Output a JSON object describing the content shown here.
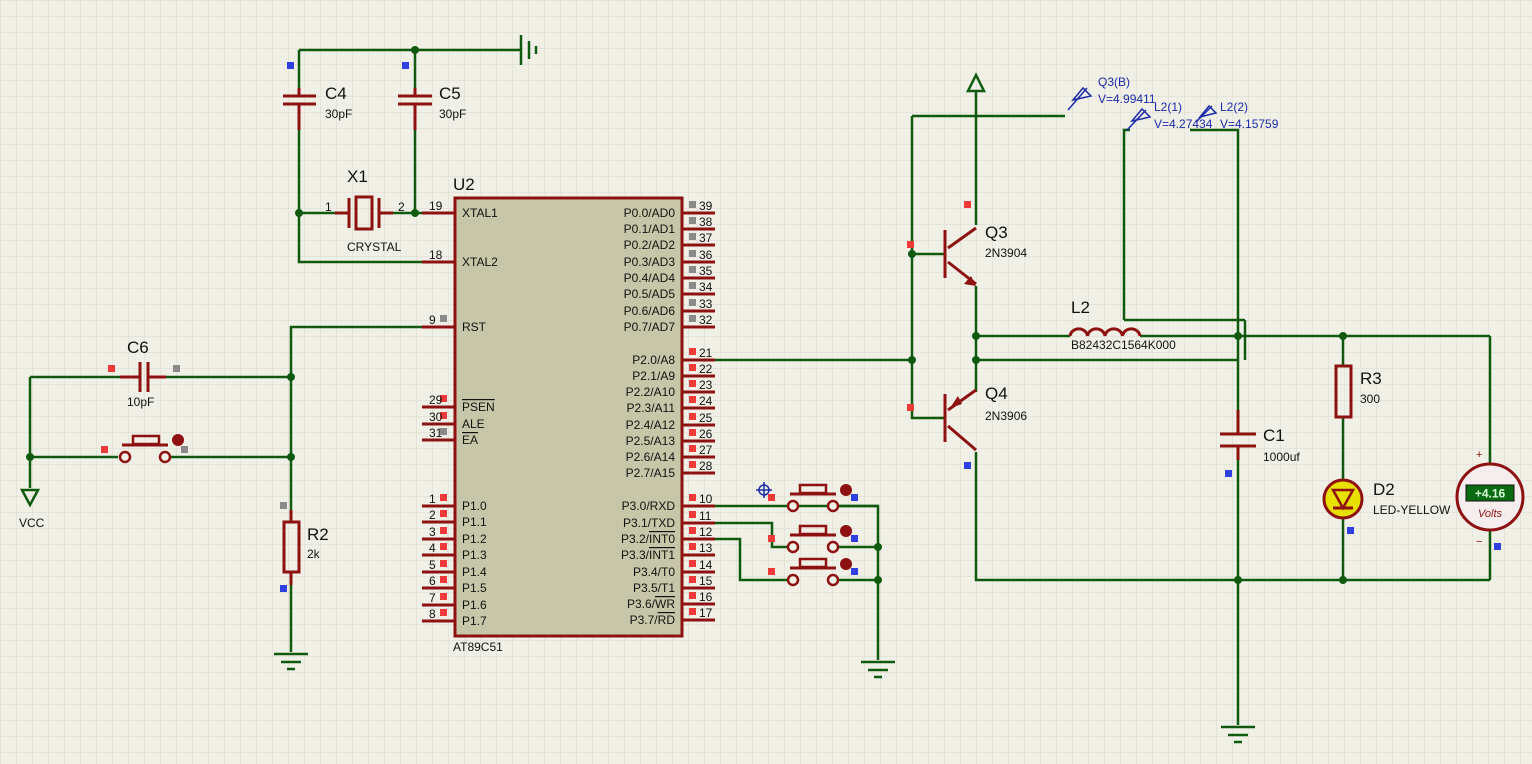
{
  "components": {
    "u2": {
      "ref": "U2",
      "part": "AT89C51"
    },
    "x1": {
      "ref": "X1",
      "value": "CRYSTAL",
      "pin1": "1",
      "pin2": "2"
    },
    "c4": {
      "ref": "C4",
      "value": "30pF"
    },
    "c5": {
      "ref": "C5",
      "value": "30pF"
    },
    "c6": {
      "ref": "C6",
      "value": "10pF"
    },
    "r2": {
      "ref": "R2",
      "value": "2k"
    },
    "q3": {
      "ref": "Q3",
      "value": "2N3904"
    },
    "q4": {
      "ref": "Q4",
      "value": "2N3906"
    },
    "l2": {
      "ref": "L2",
      "value": "B82432C1564K000"
    },
    "r3": {
      "ref": "R3",
      "value": "300"
    },
    "c1": {
      "ref": "C1",
      "value": "1000uf"
    },
    "d2": {
      "ref": "D2",
      "value": "LED-YELLOW"
    },
    "vcc": {
      "label": "VCC"
    }
  },
  "mcu_left_pins": [
    {
      "num": "19",
      "name": "XTAL1",
      "overline": false
    },
    {
      "num": "18",
      "name": "XTAL2",
      "overline": false
    },
    {
      "num": "9",
      "name": "RST",
      "overline": false
    },
    {
      "num": "29",
      "name": "PSEN",
      "overline": true
    },
    {
      "num": "30",
      "name": "ALE",
      "overline": false
    },
    {
      "num": "31",
      "name": "EA",
      "overline": true
    },
    {
      "num": "1",
      "name": "P1.0",
      "overline": false
    },
    {
      "num": "2",
      "name": "P1.1",
      "overline": false
    },
    {
      "num": "3",
      "name": "P1.2",
      "overline": false
    },
    {
      "num": "4",
      "name": "P1.3",
      "overline": false
    },
    {
      "num": "5",
      "name": "P1.4",
      "overline": false
    },
    {
      "num": "6",
      "name": "P1.5",
      "overline": false
    },
    {
      "num": "7",
      "name": "P1.6",
      "overline": false
    },
    {
      "num": "8",
      "name": "P1.7",
      "overline": false
    }
  ],
  "mcu_right_pins": [
    {
      "num": "39",
      "name": "P0.0/AD0"
    },
    {
      "num": "38",
      "name": "P0.1/AD1"
    },
    {
      "num": "37",
      "name": "P0.2/AD2"
    },
    {
      "num": "36",
      "name": "P0.3/AD3"
    },
    {
      "num": "35",
      "name": "P0.4/AD4"
    },
    {
      "num": "34",
      "name": "P0.5/AD5"
    },
    {
      "num": "33",
      "name": "P0.6/AD6"
    },
    {
      "num": "32",
      "name": "P0.7/AD7"
    },
    {
      "num": "21",
      "name": "P2.0/A8"
    },
    {
      "num": "22",
      "name": "P2.1/A9"
    },
    {
      "num": "23",
      "name": "P2.2/A10"
    },
    {
      "num": "24",
      "name": "P2.3/A11"
    },
    {
      "num": "25",
      "name": "P2.4/A12"
    },
    {
      "num": "26",
      "name": "P2.5/A13"
    },
    {
      "num": "27",
      "name": "P2.6/A14"
    },
    {
      "num": "28",
      "name": "P2.7/A15"
    },
    {
      "num": "10",
      "name": "P3.0/RXD"
    },
    {
      "num": "11",
      "name": "P3.1/TXD"
    },
    {
      "num": "12",
      "name": "P3.2/INT0",
      "overline": "INT0"
    },
    {
      "num": "13",
      "name": "P3.3/INT1",
      "overline": "INT1"
    },
    {
      "num": "14",
      "name": "P3.4/T0"
    },
    {
      "num": "15",
      "name": "P3.5/T1"
    },
    {
      "num": "16",
      "name": "P3.6/WR",
      "overline": "WR"
    },
    {
      "num": "17",
      "name": "P3.7/RD",
      "overline": "RD"
    }
  ],
  "probes": {
    "q3b": {
      "name": "Q3(B)",
      "value": "V=4.99411"
    },
    "l2_1": {
      "name": "L2(1)",
      "value": "V=4.27434"
    },
    "l2_2": {
      "name": "L2(2)",
      "value": "V=4.15759"
    }
  },
  "voltmeter": {
    "reading": "+4.16",
    "unit": "Volts",
    "plus": "+",
    "minus": "−"
  },
  "colors": {
    "background": "#f1f0e7",
    "grid": "#d9d8cc",
    "wire": "#0f5a0f",
    "component": "#8e1111",
    "ic_body": "#c8c6a8",
    "probe": "#1a2aa8",
    "pin_red": "#ef3a3a",
    "pin_blue": "#2f3fe0",
    "pin_gray": "#8a8a8a",
    "led_fill": "#e8e000",
    "meter_display": "#0b6b12"
  }
}
